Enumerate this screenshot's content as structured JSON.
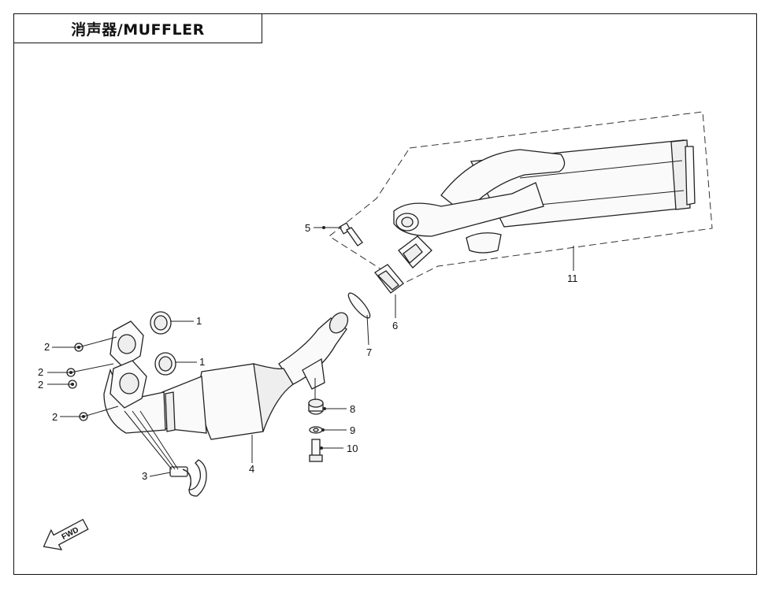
{
  "title": "消声器/MUFFLER",
  "labels": {
    "l1a": "1",
    "l1b": "1",
    "l2a": "2",
    "l2b": "2",
    "l2c": "2",
    "l2d": "2",
    "l3": "3",
    "l4": "4",
    "l5": "5",
    "l6": "6",
    "l7": "7",
    "l8": "8",
    "l9": "9",
    "l10": "10",
    "l11": "11"
  },
  "fwd": "FWD"
}
